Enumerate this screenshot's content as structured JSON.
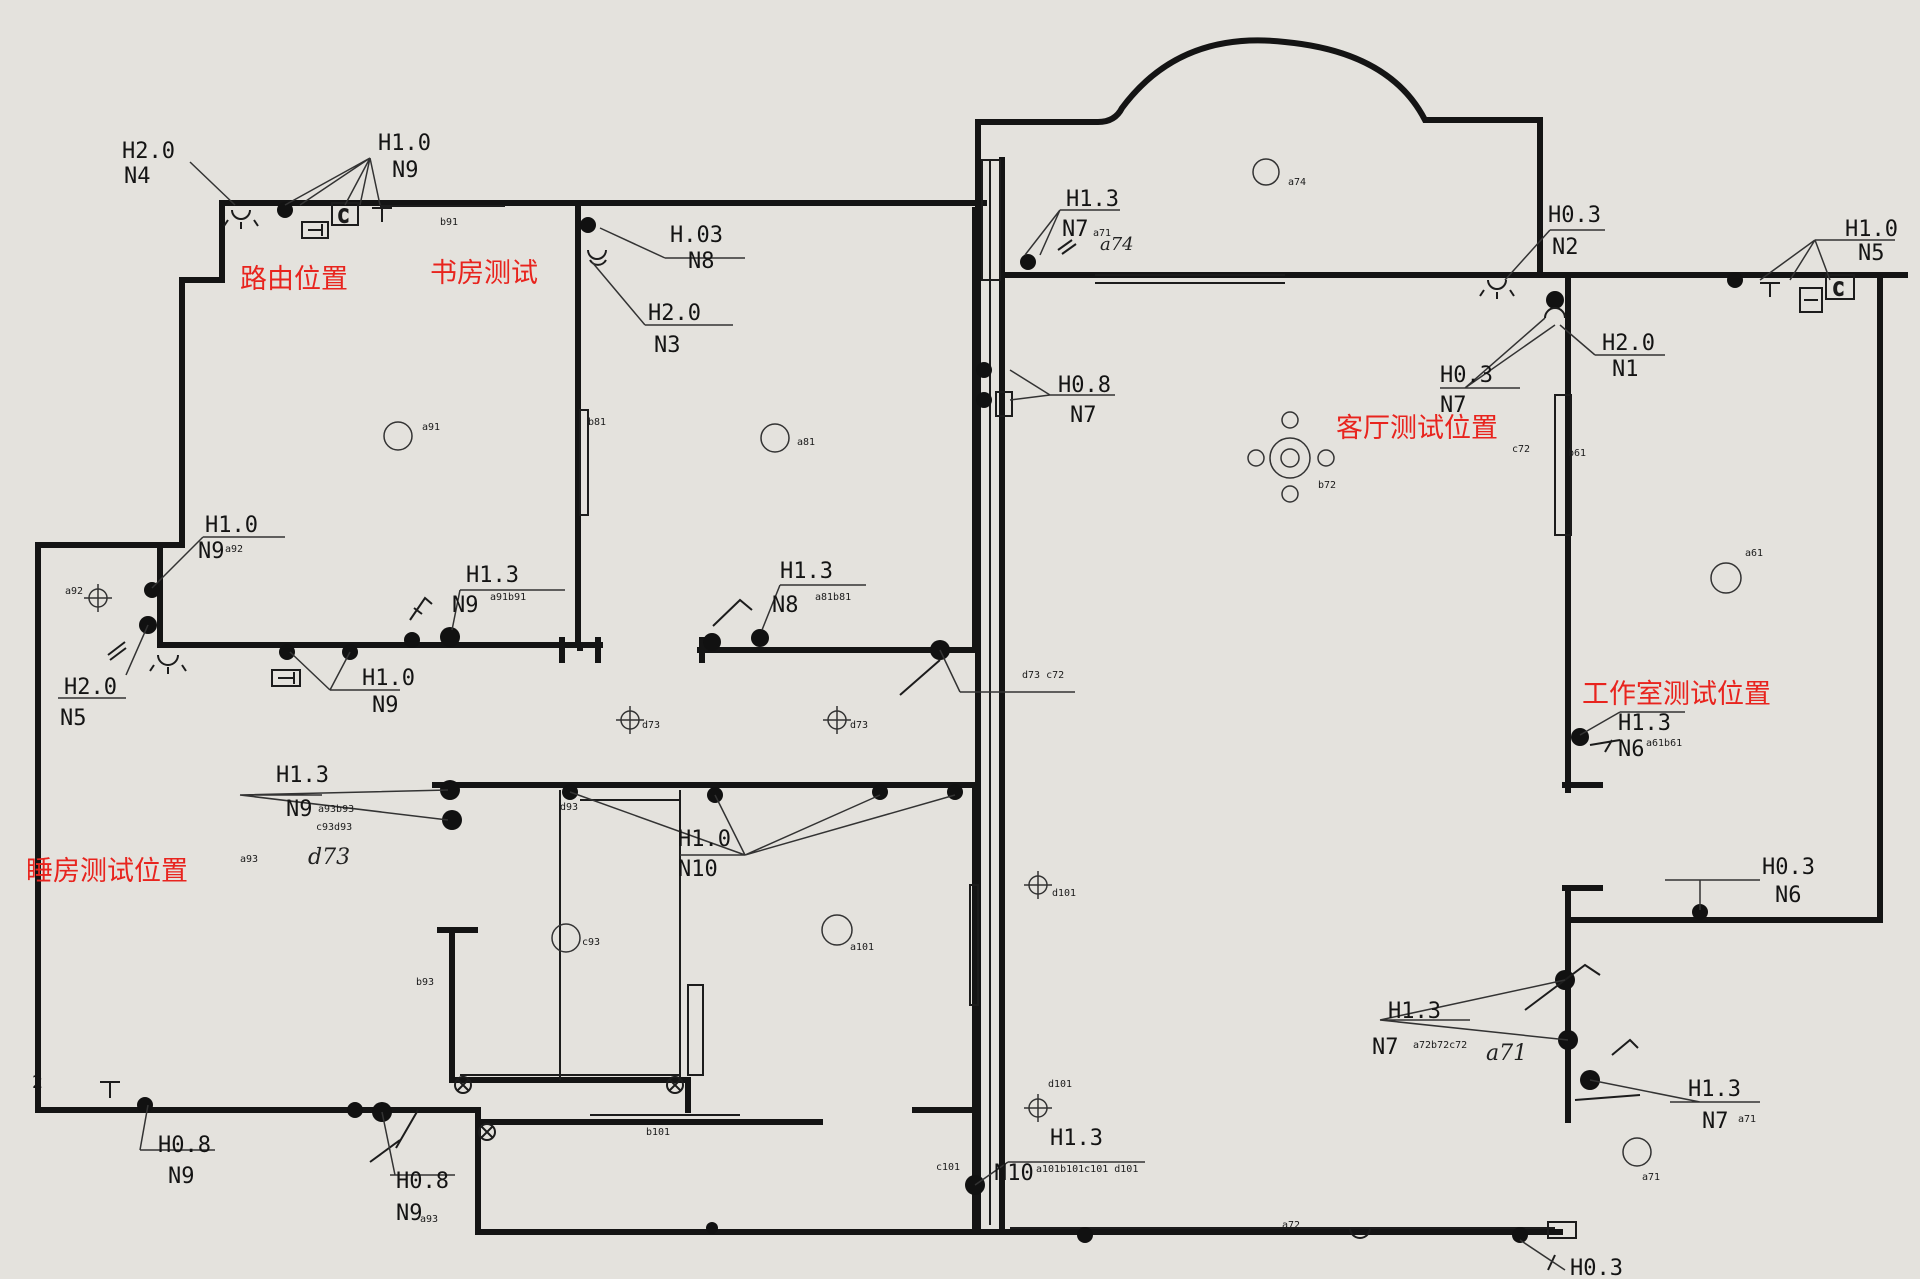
{
  "rooms": [
    {
      "id": "router",
      "label": "路由位置"
    },
    {
      "id": "study",
      "label": "书房测试"
    },
    {
      "id": "living",
      "label": "客厅测试位置"
    },
    {
      "id": "office",
      "label": "工作室测试位置"
    },
    {
      "id": "bedroom",
      "label": "睡房测试位置"
    }
  ],
  "callouts": [
    {
      "top": "H2.0",
      "bottom": "N4"
    },
    {
      "top": "H1.0",
      "bottom": "N9"
    },
    {
      "top": "H.03",
      "bottom": "N8"
    },
    {
      "top": "H2.0",
      "bottom": "N3"
    },
    {
      "top": "H1.3",
      "bottom": "N7"
    },
    {
      "top": "H0.3",
      "bottom": "N2"
    },
    {
      "top": "H1.0",
      "bottom": "N5"
    },
    {
      "top": "H2.0",
      "bottom": "N1"
    },
    {
      "top": "H0.3",
      "bottom": "N7"
    },
    {
      "top": "H0.8",
      "bottom": "N7"
    },
    {
      "top": "H1.0",
      "bottom": "N9"
    },
    {
      "top": "H1.3",
      "bottom": "N9"
    },
    {
      "top": "H1.3",
      "bottom": "N8"
    },
    {
      "top": "H2.0",
      "bottom": "N5"
    },
    {
      "top": "H1.0",
      "bottom": "N9"
    },
    {
      "top": "H1.3",
      "bottom": "N6"
    },
    {
      "top": "H0.3",
      "bottom": "N6"
    },
    {
      "top": "H1.3",
      "bottom": "N9"
    },
    {
      "top": "H1.0",
      "bottom": "N10"
    },
    {
      "top": "H1.3",
      "bottom": "N7"
    },
    {
      "top": "H1.3",
      "bottom": "N7"
    },
    {
      "top": "H0.8",
      "bottom": "N9"
    },
    {
      "top": "H0.8",
      "bottom": "N9"
    },
    {
      "top": "H1.3",
      "bottom": "N10"
    },
    {
      "top": "H0.3",
      "bottom": ""
    }
  ],
  "small_tags": {
    "b91": "b91",
    "a91": "a91",
    "b81": "b81",
    "a81": "a81",
    "a74": "a74",
    "a71t": "a71",
    "c72": "c72",
    "b72": "b72",
    "b61": "b61",
    "a61": "a61",
    "a92": "a92",
    "a92b": "a92",
    "a91b91": "a91b91",
    "a81b81": "a81b81",
    "n7tag": "d73 c72",
    "d73a": "d73",
    "d73b": "d73",
    "a61b61": "a61b61",
    "a93b93": "a93b93",
    "c93d93": "c93d93",
    "d93": "d93",
    "a93": "a93",
    "c93": "c93",
    "b93": "b93",
    "a101": "a101",
    "d101": "d101",
    "d101b": "d101",
    "a72b72c72": "a72b72c72",
    "a71": "a71",
    "a71b": "a71",
    "b101": "b101",
    "c101": "c101",
    "a93b": "a93",
    "a101set": "a101b101c101 d101",
    "a72": "a72",
    "num2": "2"
  },
  "handwritten": {
    "d73": "d73",
    "a71": "a71",
    "a74": "a74"
  }
}
